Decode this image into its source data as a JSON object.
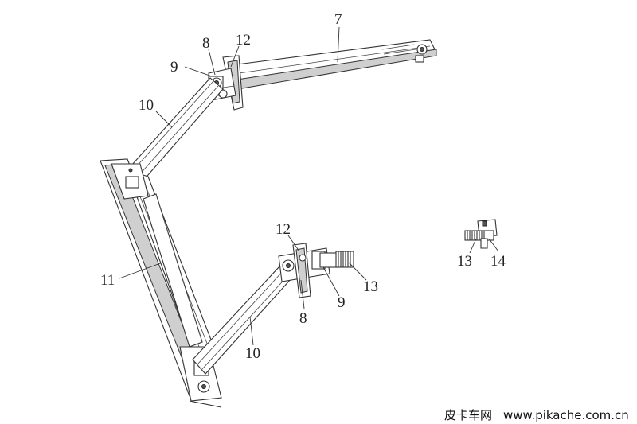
{
  "callouts": {
    "c7": "7",
    "c8_top": "8",
    "c12_top": "12",
    "c9_top": "9",
    "c10_top": "10",
    "c11": "11",
    "c12_mid": "12",
    "c13_mid": "13",
    "c9_mid": "9",
    "c8_mid": "8",
    "c10_bottom": "10",
    "c13_right": "13",
    "c14": "14"
  },
  "watermark": {
    "site_name": "皮卡车网",
    "url": "www.pikache.com.cn"
  }
}
